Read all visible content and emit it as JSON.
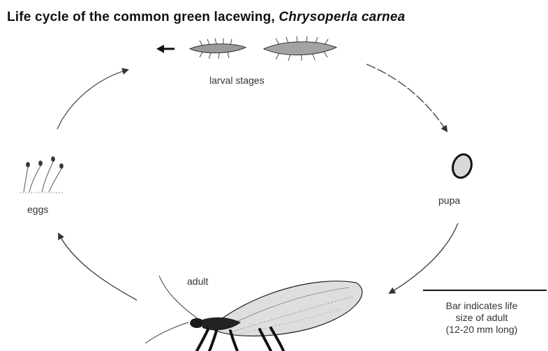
{
  "title": {
    "prefix": "Life cycle of the common green lacewing,",
    "species": "Chrysoperla carnea"
  },
  "stages": {
    "larval": "larval stages",
    "pupa": "pupa",
    "adult": "adult",
    "eggs": "eggs"
  },
  "scale_note": {
    "line1": "Bar indicates life",
    "line2": "size of adult",
    "line3": "(12-20 mm long)"
  },
  "colors": {
    "ink": "#222222",
    "arrow": "#333333",
    "wing": "#dedede"
  }
}
